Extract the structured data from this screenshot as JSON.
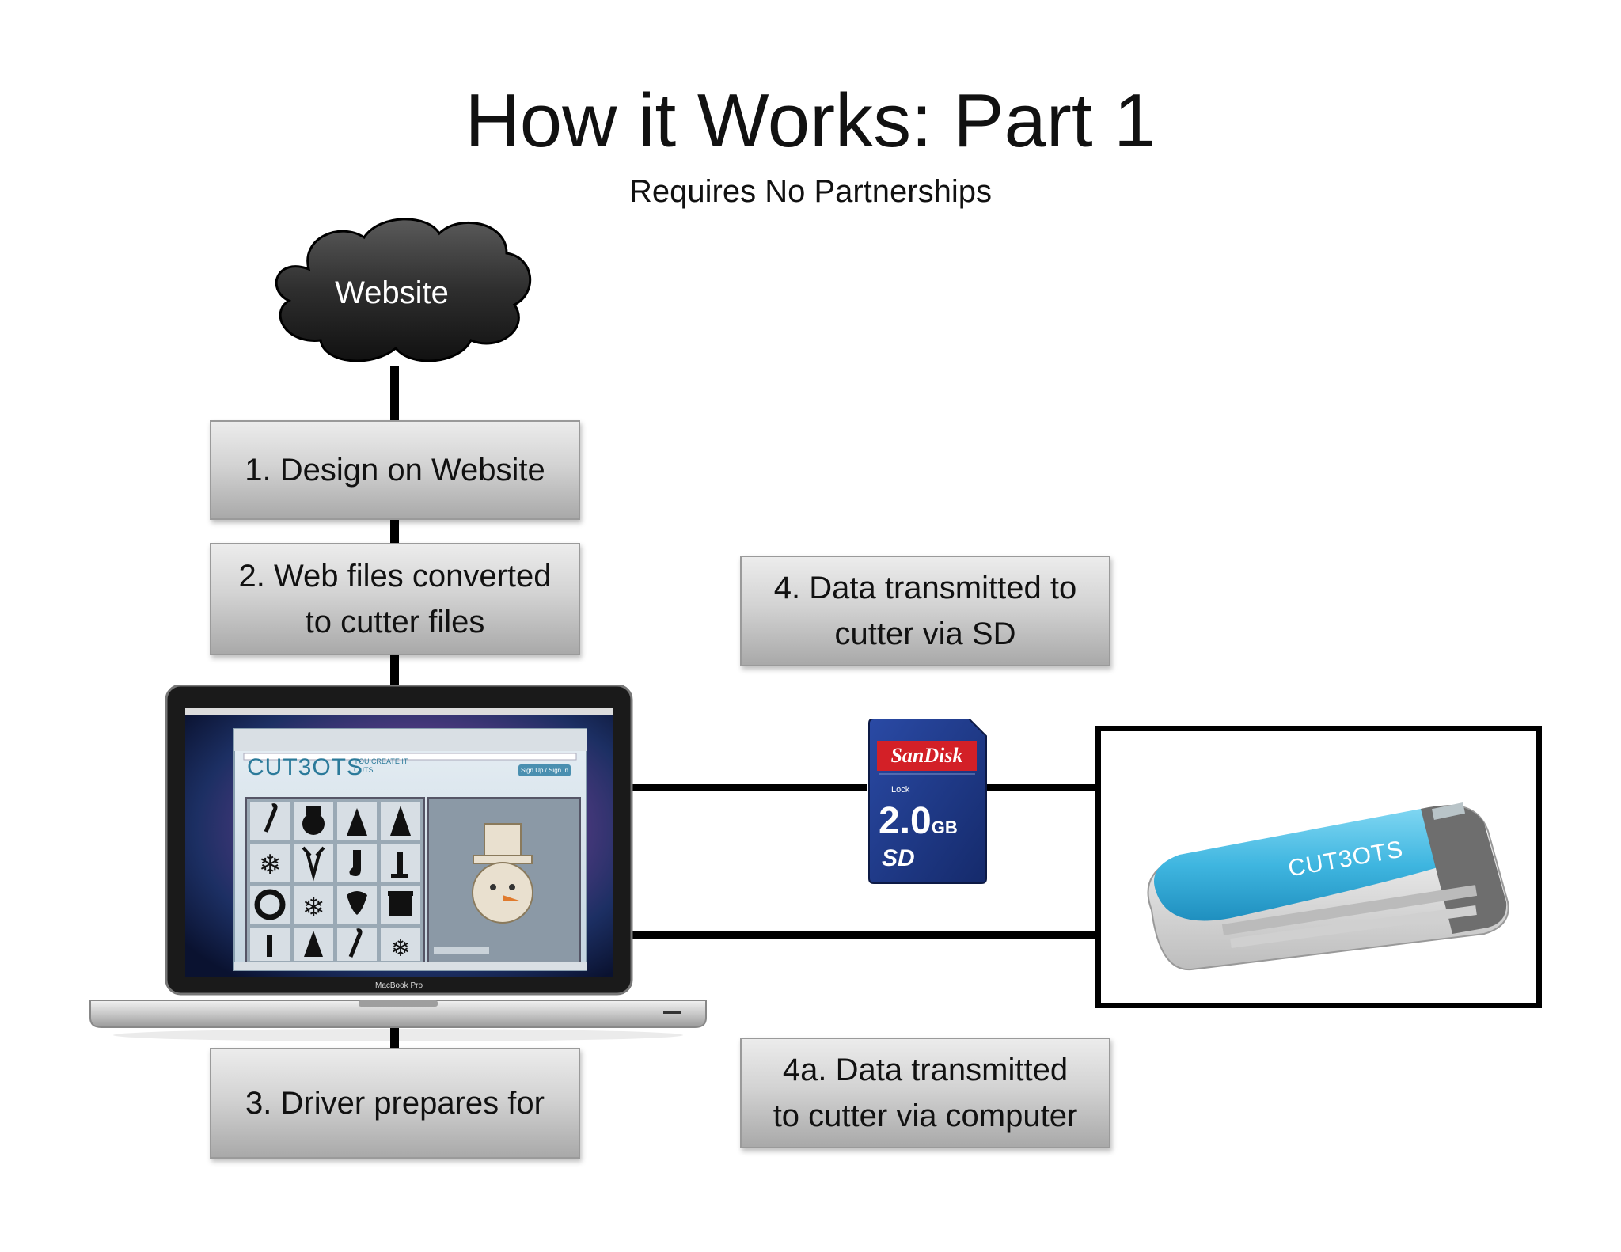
{
  "title": "How it Works: Part 1",
  "subtitle": "Requires No Partnerships",
  "cloud": {
    "label": "Website"
  },
  "steps": {
    "step1": {
      "lines": [
        "1. Design on Website"
      ]
    },
    "step2": {
      "lines": [
        "2. Web files converted",
        "to cutter files"
      ]
    },
    "step3": {
      "lines": [
        "3. Driver prepares for"
      ]
    },
    "step4": {
      "lines": [
        "4. Data transmitted to",
        "cutter via SD"
      ]
    },
    "step4a": {
      "lines": [
        "4a. Data transmitted",
        "to cutter via computer"
      ]
    }
  },
  "laptop": {
    "brand": "CUT3OTS",
    "tagline": "YOU CREATE IT CUTS",
    "signin": "Sign Up / Sign In",
    "model": "MacBook Pro"
  },
  "sd_card": {
    "brand": "SanDisk",
    "lock": "Lock",
    "capacity": "2.0",
    "unit": "GB",
    "logo": "SD"
  },
  "cutter": {
    "brand": "CUT3OTS"
  },
  "colors": {
    "cloud": "#2a2a2a",
    "cutter_blue": "#3fb6e0",
    "sd_blue": "#1e3a8a",
    "sd_red": "#d32027"
  }
}
